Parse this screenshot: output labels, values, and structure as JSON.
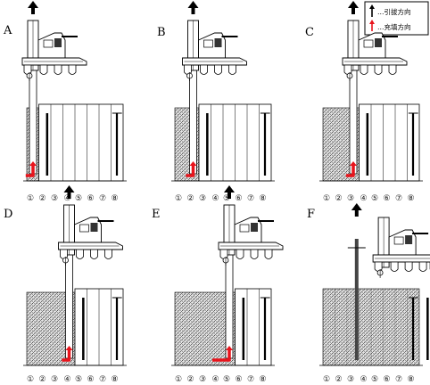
{
  "legend": {
    "pull_label": "…引拔方向",
    "fill_label": "…充填方向",
    "pull_icon": "up-arrow-icon",
    "fill_icon": "red-up-arrow-icon",
    "fill_color": "#e8141c"
  },
  "position_labels": [
    "①",
    "②",
    "③",
    "④",
    "⑤",
    "⑥",
    "⑦",
    "⑧"
  ],
  "panels": [
    {
      "id": "A",
      "letter": "A",
      "filled_slots": 1
    },
    {
      "id": "B",
      "letter": "B",
      "filled_slots": 2
    },
    {
      "id": "C",
      "letter": "C",
      "filled_slots": 3
    },
    {
      "id": "D",
      "letter": "D",
      "filled_slots": 4
    },
    {
      "id": "E",
      "letter": "E",
      "filled_slots": 5
    },
    {
      "id": "F",
      "letter": "F",
      "filled_slots": 8
    }
  ]
}
